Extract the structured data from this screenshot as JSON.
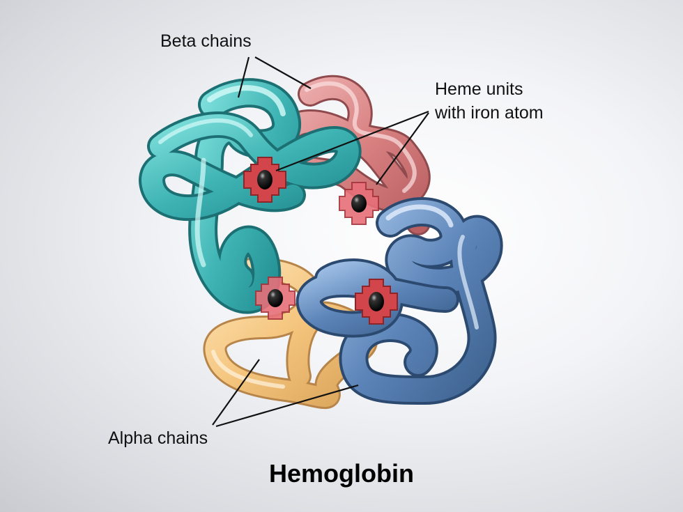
{
  "labels": {
    "beta_chains": "Beta chains",
    "heme_units_line1": "Heme units",
    "heme_units_line2": "with iron atom",
    "alpha_chains": "Alpha chains",
    "title": "Hemoglobin"
  },
  "colors": {
    "beta_chain_1": "#3fb4b4",
    "beta_chain_2": "#d98282",
    "alpha_chain_1": "#f4c47c",
    "alpha_chain_2": "#5c84b8",
    "heme": "#d2454a",
    "iron": "#111111"
  }
}
